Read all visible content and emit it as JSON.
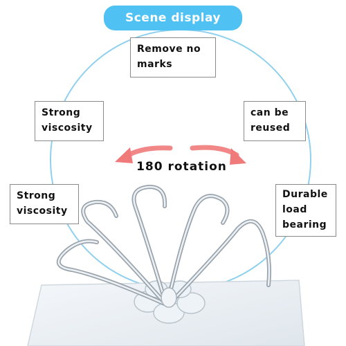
{
  "header": {
    "title": "Scene display"
  },
  "features": {
    "top": [
      "Remove no",
      "marks"
    ],
    "left_mid": [
      "Strong",
      "viscosity"
    ],
    "right_mid": [
      "can be",
      "reused"
    ],
    "left_low": [
      "Strong",
      "viscosity"
    ],
    "right_low": [
      "Durable",
      "load",
      "bearing"
    ]
  },
  "rotation_label": "180 rotation",
  "colors": {
    "pill": "#4fc1f2",
    "circle": "#8fd0ee",
    "arrow": "#f07a7a",
    "hook": "#d8dde2",
    "border": "#8a8a8a"
  },
  "icons": {
    "left_arrow": "rotate-left-arrow-icon",
    "right_arrow": "rotate-right-arrow-icon"
  }
}
